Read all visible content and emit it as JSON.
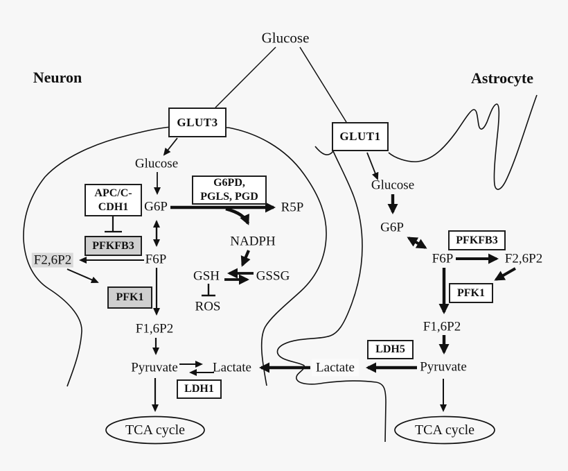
{
  "figure": {
    "description": "Glucose metabolism pathway in neuron and astrocyte",
    "background_color": "#f7f7f7",
    "ink_color": "#111111",
    "gray_box_fill": "#cfcfcf",
    "highlight_fill": "#dadada"
  },
  "top": {
    "glucose": "Glucose"
  },
  "neuron": {
    "label": "Neuron",
    "transporter": "GLUT3",
    "glucose": "Glucose",
    "g6p": "G6P",
    "f6p": "F6P",
    "f26p2": "F2,6P2",
    "f16p2": "F1,6P2",
    "pyruvate": "Pyruvate",
    "lactate": "Lactate",
    "tca": "TCA cycle",
    "ldh": "LDH1",
    "pfkfb3": "PFKFB3",
    "pfk1": "PFK1",
    "apc_box": {
      "line1": "APC/C-",
      "line2": "CDH1"
    },
    "ppp_box": {
      "line1": "G6PD,",
      "line2": "PGLS, PGD"
    },
    "r5p": "R5P",
    "nadph": "NADPH",
    "gsh": "GSH",
    "gssg": "GSSG",
    "ros": "ROS"
  },
  "astrocyte": {
    "label": "Astrocyte",
    "transporter": "GLUT1",
    "glucose": "Glucose",
    "g6p": "G6P",
    "f6p": "F6P",
    "f26p2": "F2,6P2",
    "f16p2": "F1,6P2",
    "pyruvate": "Pyruvate",
    "lactate": "Lactate",
    "tca": "TCA cycle",
    "ldh": "LDH5",
    "pfkfb3": "PFKFB3",
    "pfk1": "PFK1"
  }
}
